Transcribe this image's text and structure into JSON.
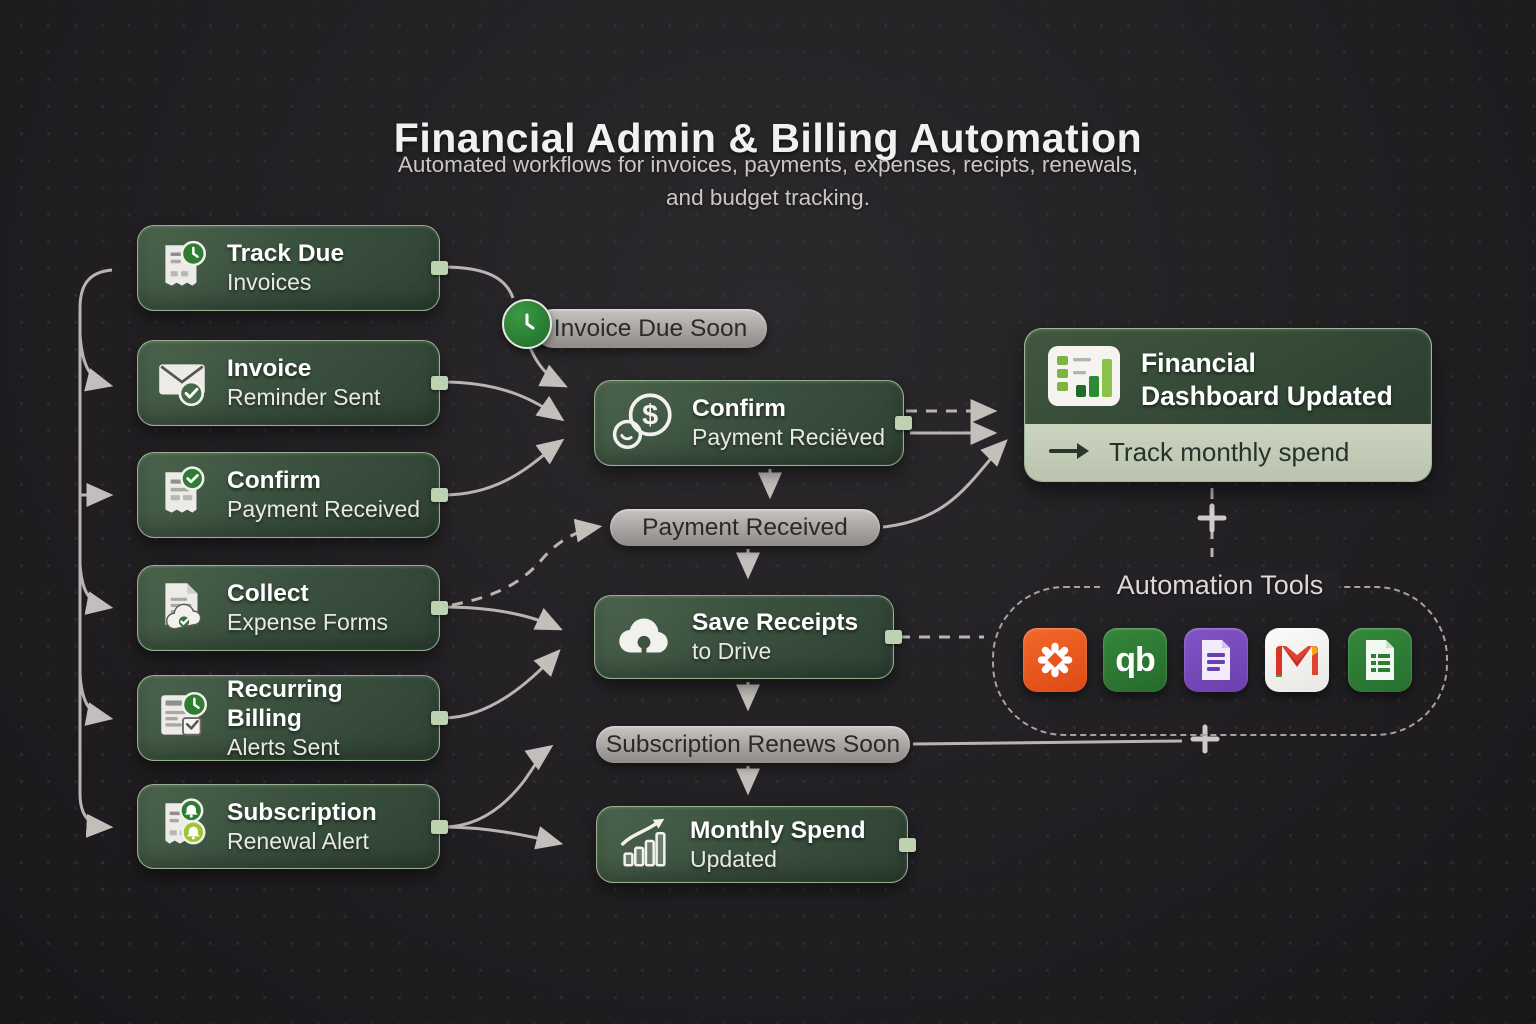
{
  "header": {
    "title": "Financial Admin & Billing Automation",
    "subtitle_line1": "Automated workflows for invoices, payments, expenses, recipts, renewals,",
    "subtitle_line2": "and budget tracking."
  },
  "left_nodes": [
    {
      "line1": "Track Due",
      "line2": "Invoices",
      "icon": "invoice-clock"
    },
    {
      "line1": "Invoice",
      "line2": "Reminder Sent",
      "icon": "envelope-check"
    },
    {
      "line1": "Confirm",
      "line2": "Payment Received",
      "icon": "receipt-check"
    },
    {
      "line1": "Collect",
      "line2": "Expense Forms",
      "icon": "document-cloud"
    },
    {
      "line1": "Recurring Billing",
      "line2": "Alerts Sent",
      "icon": "billing-calendar-clock"
    },
    {
      "line1": "Subscription",
      "line2": "Renewal Alert",
      "icon": "document-bell"
    }
  ],
  "middle_nodes": [
    {
      "line1": "Confirm",
      "line2": "Payment Reciëved",
      "icon": "dollar-coins"
    },
    {
      "line1": "Save Receipts",
      "line2": "to Drive",
      "icon": "cloud-lock"
    },
    {
      "line1": "Monthly Spend",
      "line2": "Updated",
      "icon": "chart-up-bars"
    }
  ],
  "pills": [
    {
      "label": "Invoice Due Soon",
      "icon": "clock"
    },
    {
      "label": "Payment Received"
    },
    {
      "label": "Subscription Renews Soon"
    }
  ],
  "dashboard": {
    "line1": "Financial",
    "line2": "Dashboard Updated",
    "action": "Track monthly spend",
    "icon": "dashboard-bar-chart"
  },
  "tools": {
    "label": "Automation Tools",
    "items": [
      {
        "name": "zapier"
      },
      {
        "name": "quickbooks",
        "text": "qb"
      },
      {
        "name": "docs"
      },
      {
        "name": "gmail"
      },
      {
        "name": "sheets"
      }
    ]
  },
  "colors": {
    "background": "#232124",
    "node_green": "#3b513f",
    "node_border": "#acc8a0",
    "pill_gray": "#b1aeab",
    "sage_row": "#c2ccb8",
    "badge_green": "#2e7d32",
    "badge_lime": "#9ec42f",
    "zapier_orange": "#e8551e",
    "quickbooks_green": "#2e7d32",
    "docs_purple": "#7248b9",
    "gmail_red": "#dd3a2a",
    "sheets_green": "#2e8a3e",
    "wire_gray": "#c9c5c1"
  }
}
